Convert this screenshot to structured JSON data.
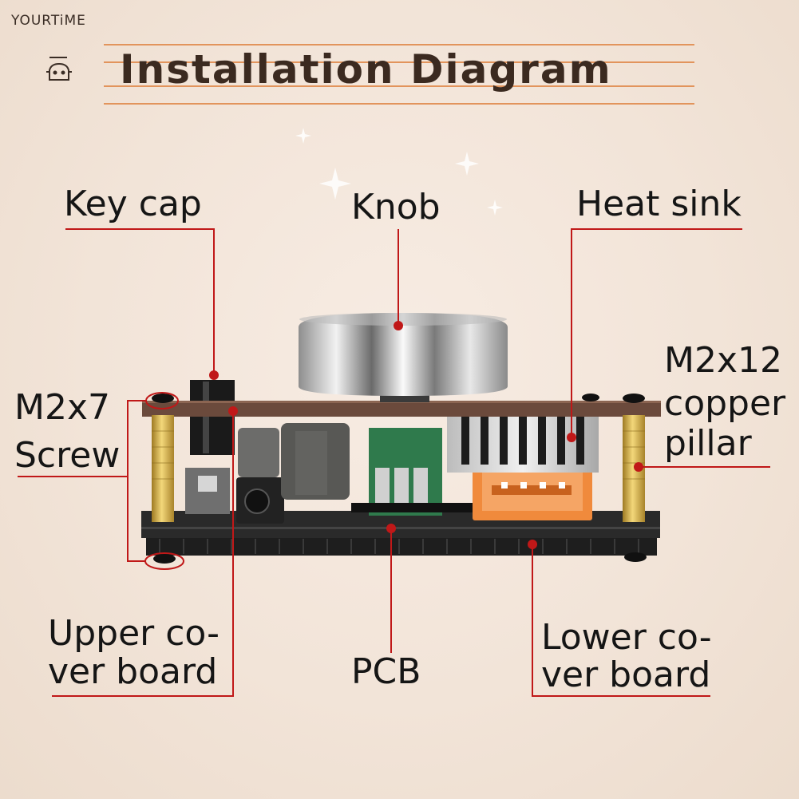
{
  "brand": {
    "name": "YOURTiME"
  },
  "header": {
    "title": "Installation Diagram"
  },
  "labels": {
    "key_cap": "Key cap",
    "knob": "Knob",
    "heat_sink": "Heat sink",
    "screw_line1": "M2x7",
    "screw_line2": "Screw",
    "pillar_line1": "M2x12",
    "pillar_line2": "copper",
    "pillar_line3": "pillar",
    "upper_line1": "Upper co-",
    "upper_line2": "ver board",
    "pcb": "PCB",
    "lower_line1": "Lower co-",
    "lower_line2": "ver board"
  },
  "colors": {
    "leader_line": "#c01818",
    "title_rule": "#e2945c",
    "upper_board": "#6b4a3c",
    "lower_board": "#1e1e1e",
    "brass": "#d8b24a",
    "usb_orange": "#f08a3c",
    "terminal_green": "#2f7a4c",
    "knob_silver": "#d9d9d9"
  },
  "icons": [
    "robot-logo-icon",
    "sparkle-icon"
  ]
}
